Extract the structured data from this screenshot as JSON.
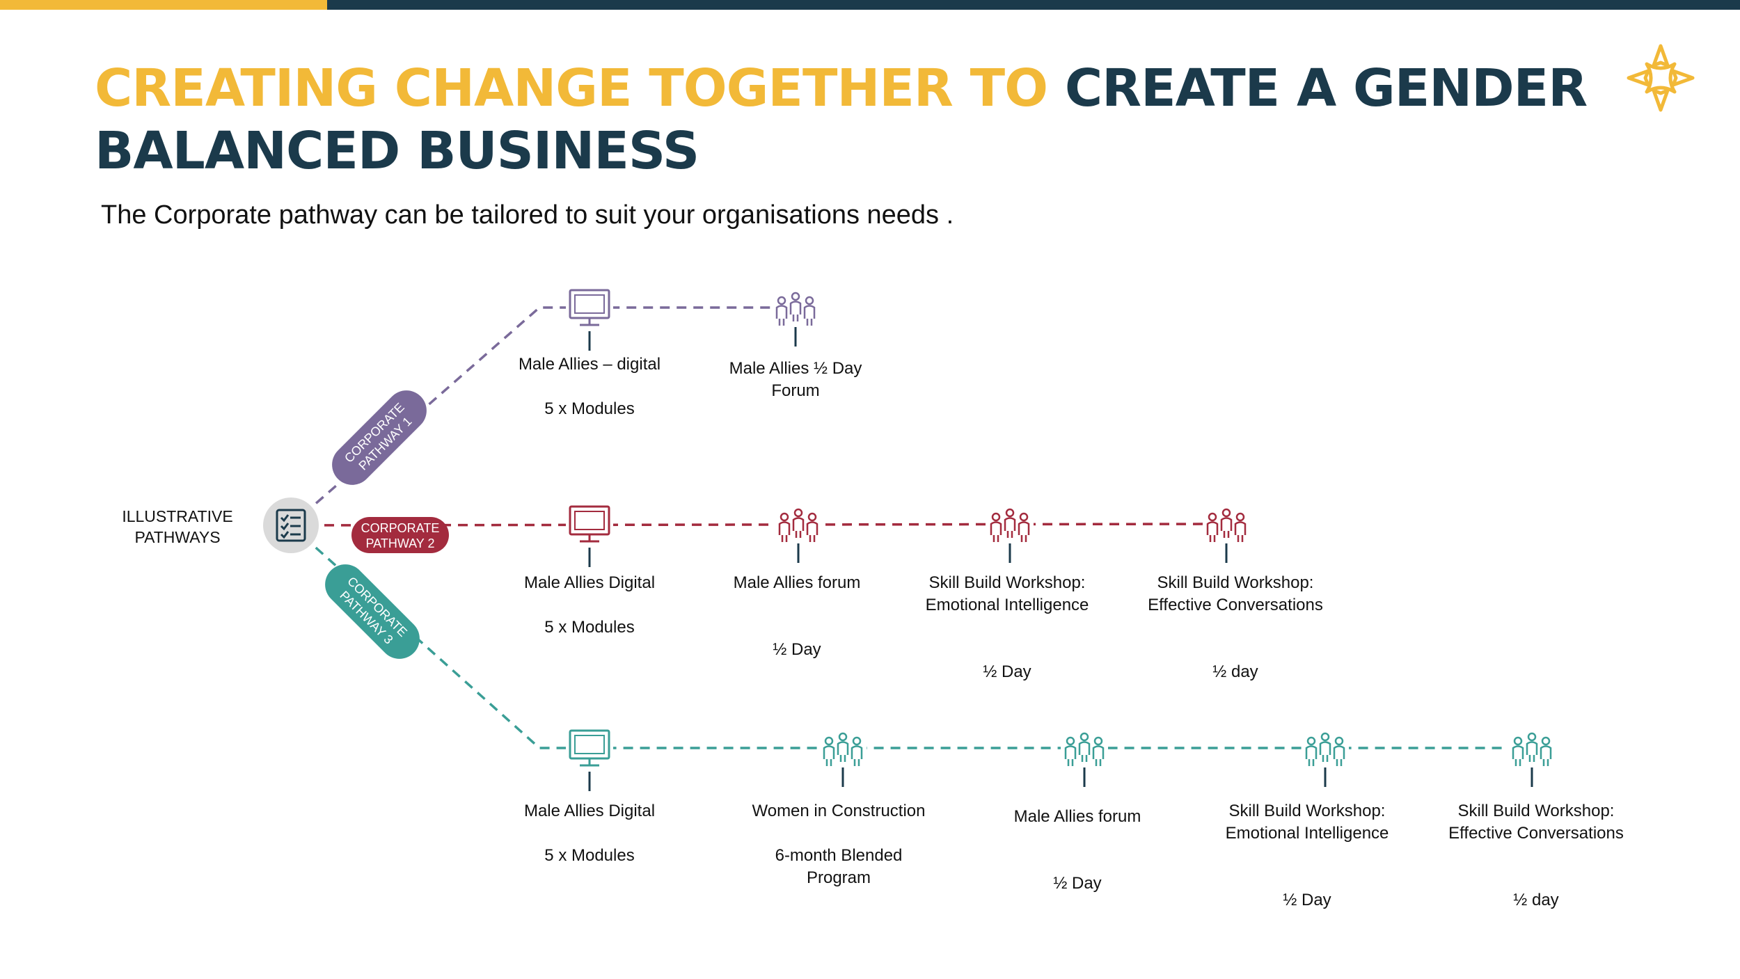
{
  "colors": {
    "accent_yellow": "#F2B938",
    "navy": "#1B3A4B",
    "pathway1": "#7A6A9A",
    "pathway2": "#A32B3E",
    "pathway3": "#3A9E96",
    "hub": "#DADADA"
  },
  "header": {
    "title_part1": "CREATING CHANGE TOGETHER TO ",
    "title_part2": "CREATE A GENDER BALANCED BUSINESS",
    "subtitle": "The Corporate pathway can be tailored to suit your organisations needs ."
  },
  "logo": {
    "icon": "star-knot-logo-icon"
  },
  "hub": {
    "label_line1": "ILLUSTRATIVE",
    "label_line2": "PATHWAYS",
    "icon": "checklist-icon"
  },
  "pathways": [
    {
      "pill_line1": "CORPORATE",
      "pill_line2": "PATHWAY  1",
      "steps": [
        {
          "icon": "monitor-icon",
          "lines": [
            "Male Allies – digital",
            "",
            "5 x Modules"
          ]
        },
        {
          "icon": "people-group-icon",
          "lines": [
            "Male Allies ½ Day",
            "Forum"
          ]
        }
      ]
    },
    {
      "pill_line1": "CORPORATE",
      "pill_line2": "PATHWAY 2",
      "steps": [
        {
          "icon": "monitor-icon",
          "lines": [
            "Male Allies Digital",
            "",
            "5 x Modules"
          ]
        },
        {
          "icon": "people-group-icon",
          "lines": [
            "Male Allies forum",
            "",
            "",
            "½ Day"
          ]
        },
        {
          "icon": "people-group-icon",
          "lines": [
            "Skill Build Workshop:",
            "Emotional Intelligence",
            "",
            "",
            "½ Day"
          ]
        },
        {
          "icon": "people-group-icon",
          "lines": [
            "Skill Build Workshop:",
            "Effective Conversations",
            "",
            "",
            "½ day"
          ]
        }
      ]
    },
    {
      "pill_line1": "CORPORATE",
      "pill_line2": "PATHWAY 3",
      "steps": [
        {
          "icon": "monitor-icon",
          "lines": [
            "Male Allies Digital",
            "",
            "5 x Modules"
          ]
        },
        {
          "icon": "people-group-icon",
          "lines": [
            "Women in Construction",
            "",
            "6-month Blended",
            "Program"
          ]
        },
        {
          "icon": "people-group-icon",
          "lines": [
            "Male Allies forum",
            "",
            "",
            "½ Day"
          ]
        },
        {
          "icon": "people-group-icon",
          "lines": [
            "Skill Build Workshop:",
            "Emotional Intelligence",
            "",
            "",
            "½ Day"
          ]
        },
        {
          "icon": "people-group-icon",
          "lines": [
            "Skill Build Workshop:",
            "Effective Conversations",
            "",
            "",
            "½ day"
          ]
        }
      ]
    }
  ]
}
